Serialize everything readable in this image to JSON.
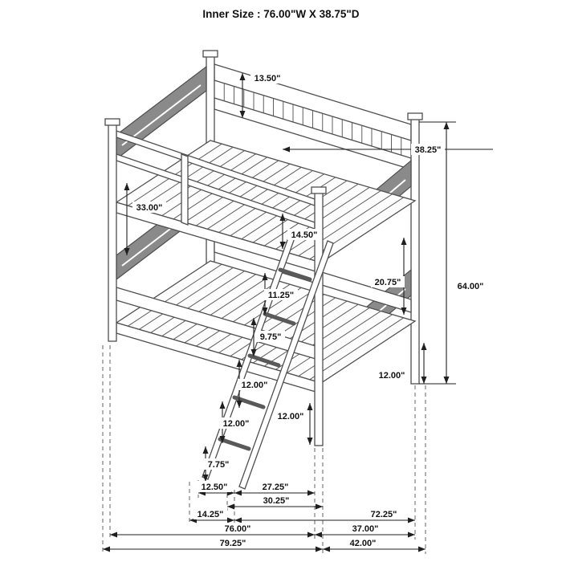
{
  "title": "Inner Size : 76.00\"W X 38.75\"D",
  "dims": {
    "rail_spacing": "13.50\"",
    "top_depth": "38.25\"",
    "guard_to_deck": "33.00\"",
    "deck_to_rail": "14.50\"",
    "bunk_spacing": "20.75\"",
    "overall_height": "64.00\"",
    "ladder_rung_1": "11.25\"",
    "ladder_rung_2": "9.75\"",
    "ladder_rung_3": "12.00\"",
    "ladder_rung_4": "12.00\"",
    "ladder_rung_5": "7.75\"",
    "front_post_clearance": "12.00\"",
    "side_post_clearance": "12.00\"",
    "ladder_foot_inset": "12.50\"",
    "ladder_top_span": "27.25\"",
    "ladder_floor_span": "30.25\"",
    "ladder_foot_span": "14.25\"",
    "slat_span": "72.25\"",
    "inner_width_bottom": "76.00\"",
    "side_depth": "37.00\"",
    "overall_width": "79.25\"",
    "overall_depth": "42.00\""
  }
}
